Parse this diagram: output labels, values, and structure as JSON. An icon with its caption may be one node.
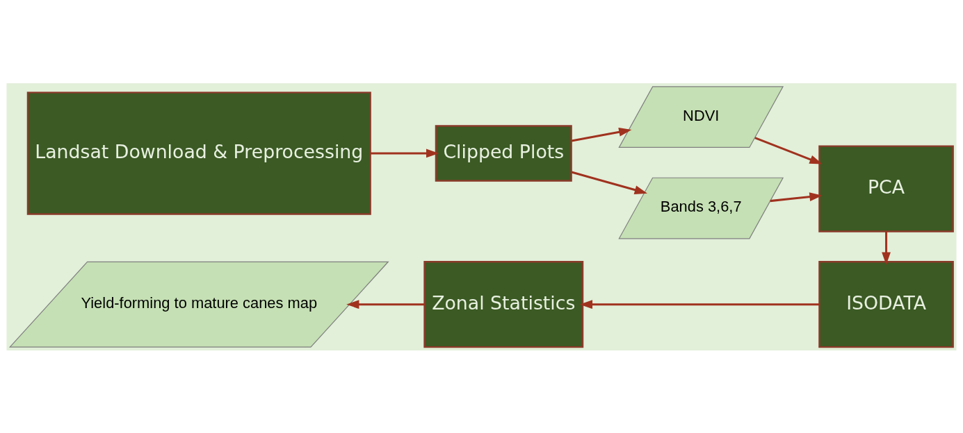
{
  "diagram": {
    "nodes": [
      {
        "text": [
          "Landsat Download & Preprocessing"
        ]
      },
      {
        "text": [
          "Clipped Plots"
        ]
      },
      {
        "text": [
          "NDVI"
        ]
      },
      {
        "text": [
          "Bands 3,6,7"
        ]
      },
      {
        "text": [
          "PCA"
        ]
      },
      {
        "text": [
          "ISODATA"
        ]
      },
      {
        "text": [
          "Zonal Statistics"
        ]
      },
      {
        "text": [
          "Yield-forming to mature canes map"
        ]
      }
    ],
    "edges": [
      {
        "from": 0,
        "to": 1,
        "arrow": "to"
      },
      {
        "from": 1,
        "to": 2,
        "arrow": "to"
      },
      {
        "from": 1,
        "to": 3,
        "arrow": "to"
      },
      {
        "from": 2,
        "to": 4,
        "arrow": "to"
      },
      {
        "from": 3,
        "to": 4,
        "arrow": "to"
      },
      {
        "from": 4,
        "to": 5,
        "arrow": "to"
      },
      {
        "from": 5,
        "to": 6,
        "arrow": "to"
      },
      {
        "from": 6,
        "to": 7,
        "arrow": "to"
      }
    ]
  }
}
